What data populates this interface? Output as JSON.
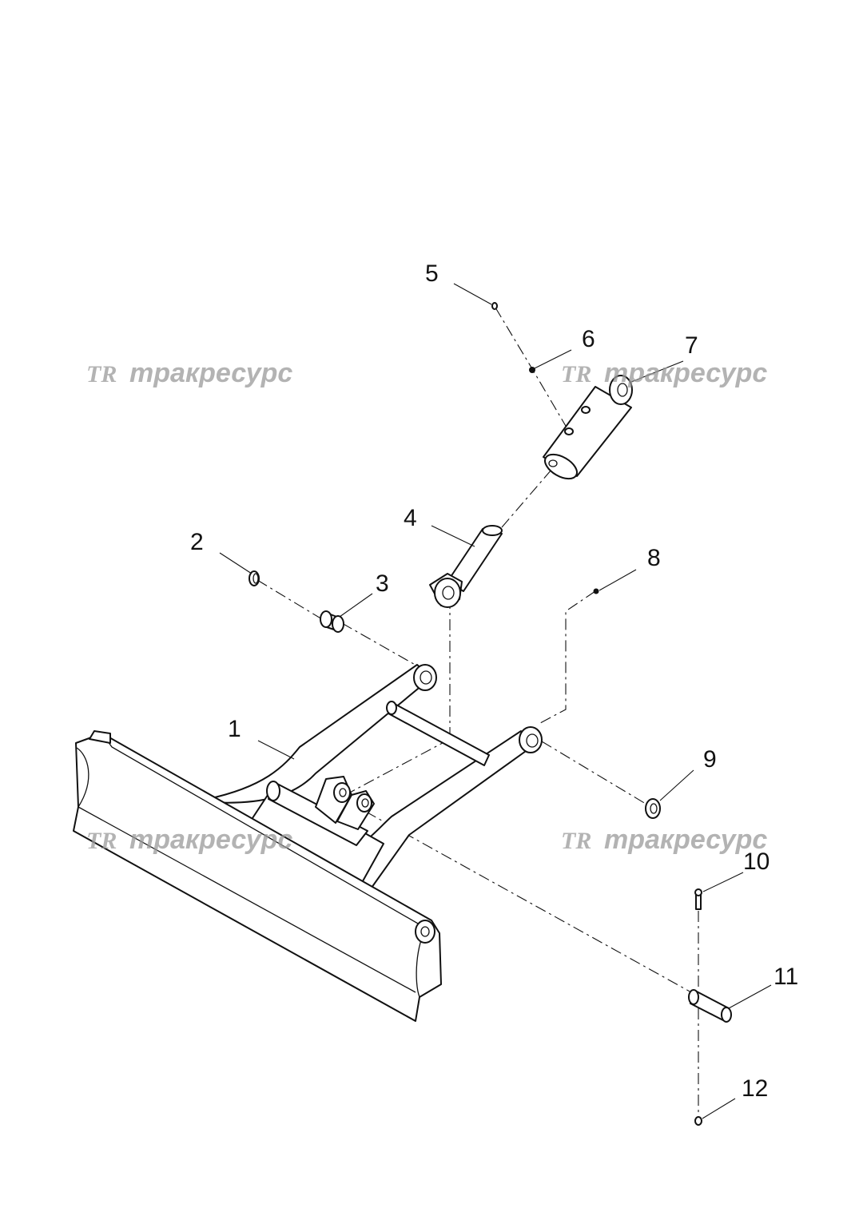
{
  "watermarks": [
    {
      "logo": "TR",
      "text": "тракресурс"
    },
    {
      "logo": "TR",
      "text": "тракресурс"
    },
    {
      "logo": "TR",
      "text": "тракресурс"
    },
    {
      "logo": "TR",
      "text": "тракресурс"
    }
  ],
  "callouts": [
    "1",
    "2",
    "3",
    "4",
    "5",
    "6",
    "7",
    "8",
    "9",
    "10",
    "11",
    "12"
  ]
}
